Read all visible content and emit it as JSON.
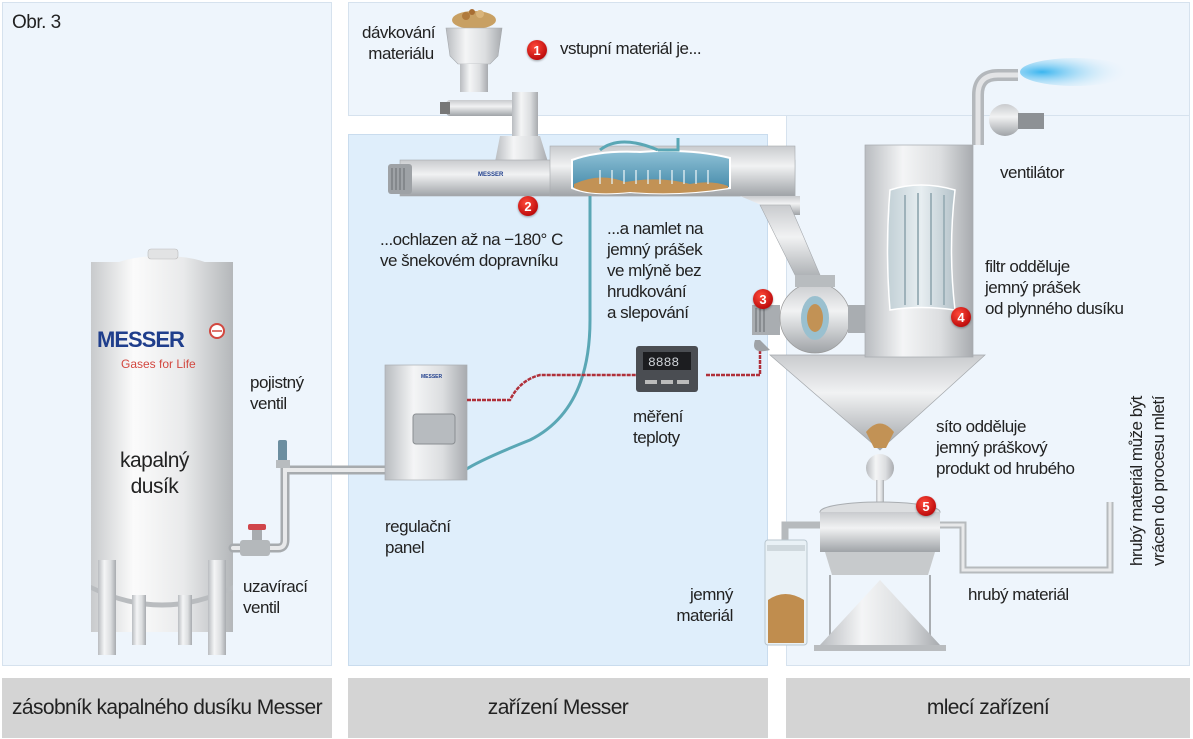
{
  "figure_label": "Obr. 3",
  "labels": {
    "dosing": [
      "dávkování",
      "materiálu"
    ],
    "step1": "vstupní materiál je...",
    "step2": [
      "...ochlazen až na −180° C",
      "ve šnekovém dopravníku"
    ],
    "step3": [
      "...a namlet na",
      "jemný prášek",
      "ve mlýně bez",
      "hrudkování",
      "a slepování"
    ],
    "fan": "ventilátor",
    "step4": [
      "filtr odděluje",
      "jemný prášek",
      "od plynného dusíku"
    ],
    "step5": [
      "síto odděluje",
      "jemný práškový",
      "produkt od hrubého"
    ],
    "coarse_material": "hrubý materiál",
    "coarse_return": [
      "hrubý materiál může být",
      "vrácen do procesu mletí"
    ],
    "fine_material": [
      "jemný",
      "materiál"
    ],
    "temperature": [
      "měření",
      "teploty"
    ],
    "control_panel": [
      "regulační",
      "panel"
    ],
    "safety_valve": [
      "pojistný",
      "ventil"
    ],
    "shutoff_valve": [
      "uzavírací",
      "ventil"
    ],
    "tank_contents": [
      "kapalný",
      "dusík"
    ],
    "tank_brand": "MESSER",
    "tank_slogan": "Gases for Life",
    "thermometer_display": "8888"
  },
  "badges": [
    "1",
    "2",
    "3",
    "4",
    "5"
  ],
  "footer": {
    "left": "zásobník kapalného dusíku Messer",
    "middle": "zařízení Messer",
    "right": "mlecí zařízení"
  },
  "colors": {
    "badge_red": "#c8130f",
    "brand_blue": "#1f3e8c",
    "brand_red": "#d2473f",
    "nitrogen_line": "#5aa7b5",
    "signal_line": "#b0303a"
  }
}
